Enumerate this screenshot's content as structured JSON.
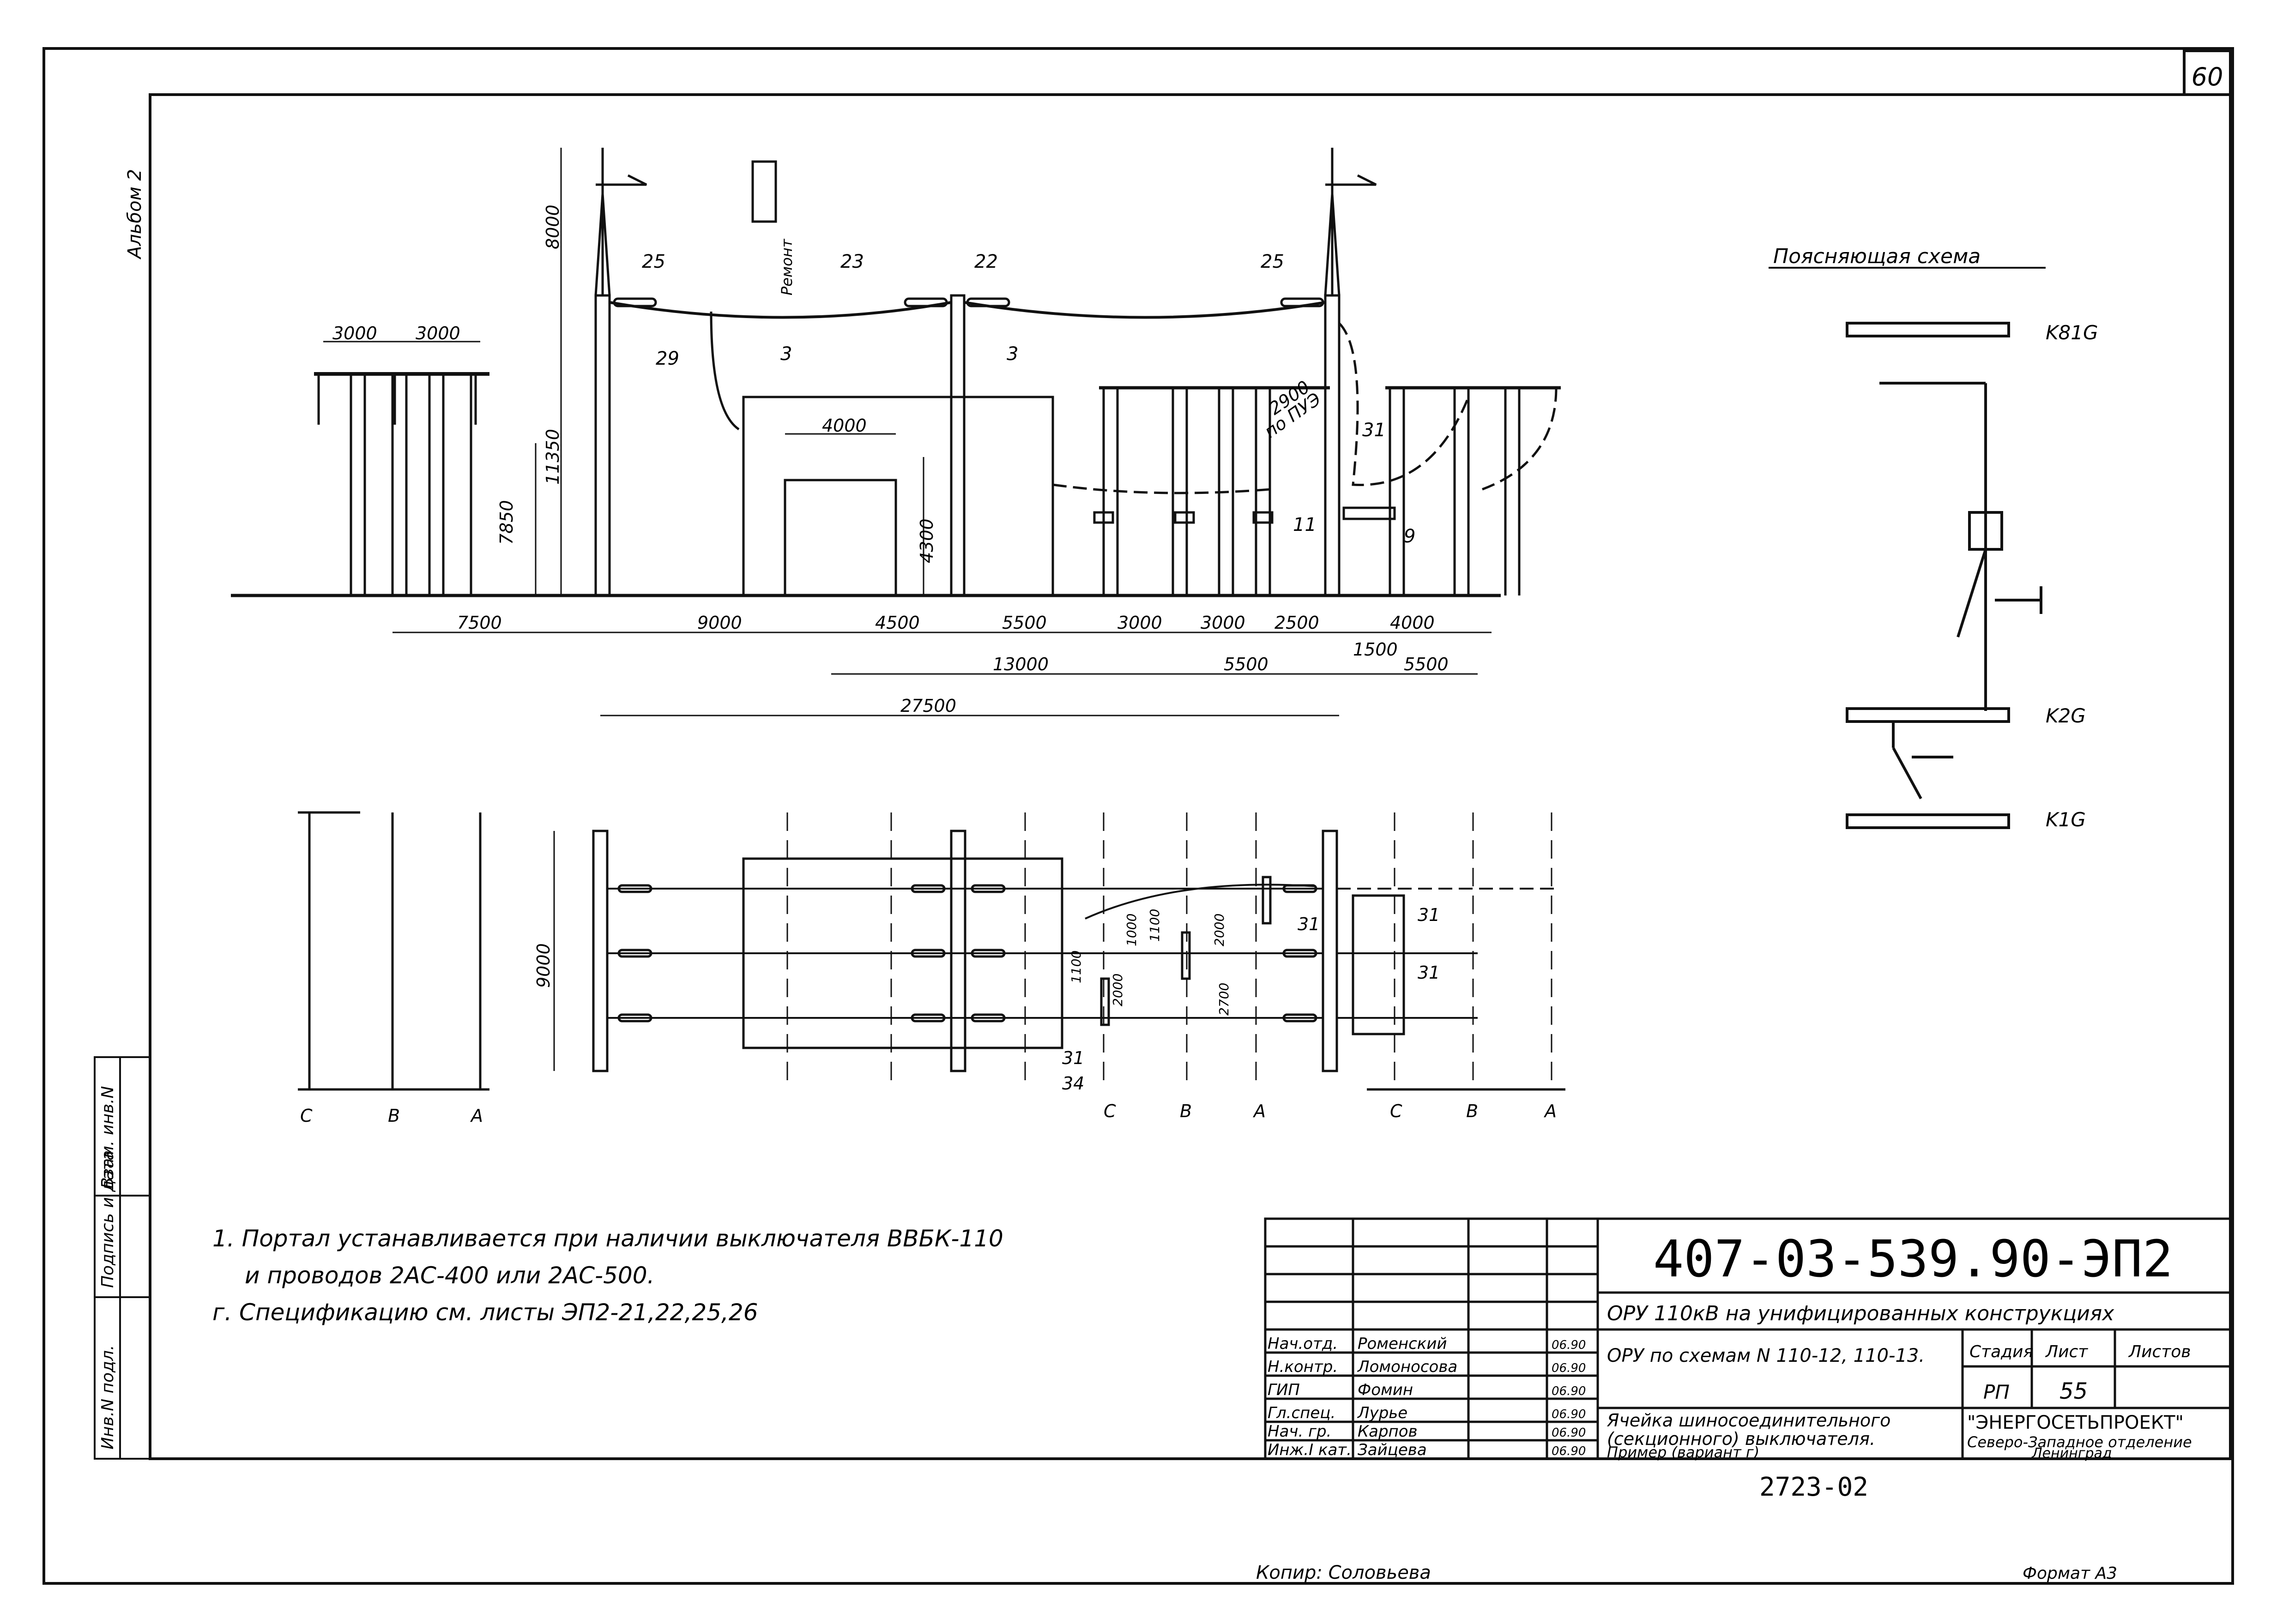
{
  "page_number": "60",
  "left_margin": {
    "album": "Альбом 2",
    "stamp_labels": [
      "Инв.N подл.",
      "Подпись и дата",
      "Взам. инв.N"
    ]
  },
  "elevation": {
    "dimensions": {
      "vertical": [
        "8000",
        "11350",
        "7850",
        "4300"
      ],
      "top_left_spans": [
        "3000",
        "3000"
      ],
      "gate": "4000",
      "row1": [
        "7500",
        "9000",
        "4500",
        "5500",
        "3000",
        "3000",
        "2500",
        "4000"
      ],
      "row1_small": "1500",
      "row2": [
        "13000",
        "5500",
        "5500"
      ],
      "row3": "27500",
      "phase_gap": "2900",
      "phase_gap_note": "по ПУЭ"
    },
    "positions": [
      "25",
      "23",
      "22",
      "25",
      "29",
      "3",
      "3",
      "11",
      "31",
      "9"
    ],
    "remont": "Ремонт"
  },
  "plan": {
    "width_dim": "9000",
    "inner_dims": [
      "1000",
      "1100",
      "2000",
      "2000",
      "2700",
      "1100"
    ],
    "positions": [
      "31",
      "31",
      "31",
      "31",
      "34"
    ],
    "phases": [
      "C",
      "B",
      "A",
      "C",
      "B",
      "A",
      "C",
      "B",
      "A"
    ]
  },
  "scheme": {
    "title": "Поясняющая схема",
    "buses": [
      "K81G",
      "K2G",
      "K1G"
    ]
  },
  "notes": [
    "1. Портал устанавливается при наличии выключателя ВВБК-110",
    "и проводов 2АС-400 или 2АС-500.",
    "г. Спецификацию см. листы ЭП2-21,22,25,26"
  ],
  "title_block": {
    "code": "407-03-539.90-ЭП2",
    "project": "ОРУ 110кВ на унифицированных конструкциях",
    "sheet_subject": "ОРУ по схемам N 110-12, 110-13.",
    "drawing": [
      "Ячейка шиносоединительного",
      "(секционного) выключателя.",
      "Пример   (вариант г)"
    ],
    "stage_header": [
      "Стадия",
      "Лист",
      "Листов"
    ],
    "stage": "РП",
    "sheet": "55",
    "sheets": "",
    "org": [
      "\"ЭНЕРГОСЕТЬПРОЕКТ\"",
      "Северо-Западное отделение",
      "Ленинград"
    ],
    "signatures": [
      {
        "role": "Нач.отд.",
        "name": "Роменский",
        "date": "06.90"
      },
      {
        "role": "Н.контр.",
        "name": "Ломоносова",
        "date": "06.90"
      },
      {
        "role": "ГИП",
        "name": "Фомин",
        "date": "06.90"
      },
      {
        "role": "Гл.спец.",
        "name": "Лурье",
        "date": "06.90"
      },
      {
        "role": "Нач. гр.",
        "name": "Карпов",
        "date": "06.90"
      },
      {
        "role": "Инж.I кат.",
        "name": "Зайцева",
        "date": "06.90"
      }
    ],
    "archive_number": "2723-02"
  },
  "footer": {
    "copied_by": "Копир: Соловьева",
    "format": "Формат А3"
  }
}
